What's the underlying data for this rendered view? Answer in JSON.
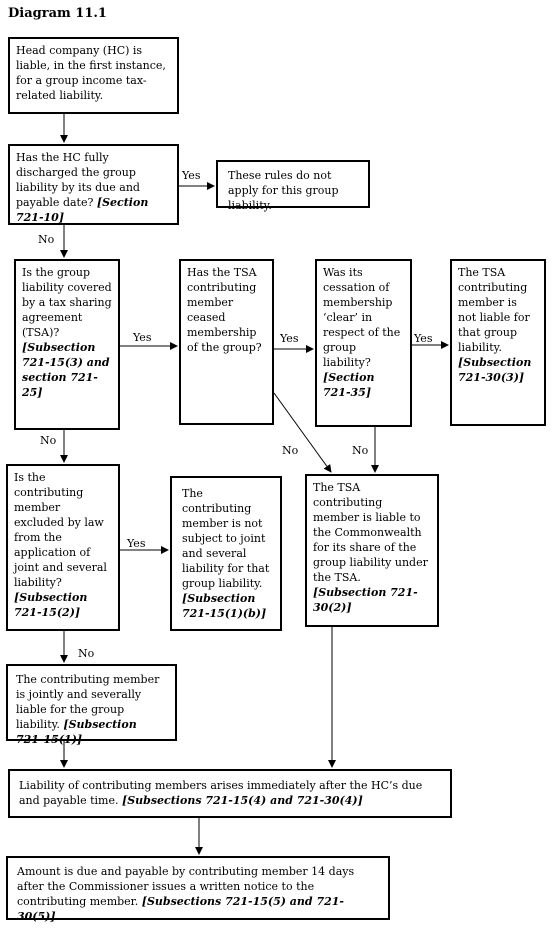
{
  "title": "Diagram 11.1",
  "boxes": {
    "hc_liable": {
      "text": "Head company (HC) is liable, in the first instance, for a group income tax-related liability.",
      "ref": ""
    },
    "hc_discharged": {
      "text": "Has the HC fully discharged the group liability by its due and payable date?",
      "ref": "[Section 721-10]"
    },
    "rules_not_apply": {
      "text": "These rules do not apply for this group liability.",
      "ref": ""
    },
    "covered_tsa": {
      "text": "Is the group liability covered by a tax sharing agreement (TSA)?",
      "ref": "[Subsection 721-15(3) and section 721-25]"
    },
    "tsa_ceased": {
      "text": "Has the TSA contributing member ceased membership of the group?",
      "ref": ""
    },
    "cessation_clear": {
      "text": "Was its cessation of membership ‘clear’ in respect of the group liability?",
      "ref": "[Section 721-35]"
    },
    "not_liable": {
      "text": "The TSA contributing member is not liable for that group liability.",
      "ref": "[Subsection 721-30(3)]"
    },
    "excluded_law": {
      "text": "Is the contributing member excluded by law from the application of joint and several liability?",
      "ref": "[Subsection 721-15(2)]"
    },
    "not_subject": {
      "text": "The contributing member is not subject to joint and several liability for that group liability.",
      "ref": "[Subsection 721-15(1)(b)]"
    },
    "tsa_liable": {
      "text": "The TSA contributing member is liable to the Commonwealth for its share of the group liability under the TSA.",
      "ref": "[Subsection 721-30(2)]"
    },
    "jointly_liable": {
      "text": "The contributing member is jointly and severally liable for the group liability.",
      "ref": "[Subsection 721-15(1)]"
    },
    "liability_arises": {
      "text": "Liability of contributing members arises immediately after the HC’s due and payable time.",
      "ref": "[Subsections 721-15(4) and 721-30(4)]"
    },
    "amount_due": {
      "text": "Amount is due and payable by contributing member 14 days after the Commissioner issues a written notice to the contributing member.",
      "ref": "[Subsections 721-15(5) and 721-30(5)]"
    }
  },
  "labels": {
    "yes": "Yes",
    "no": "No"
  }
}
